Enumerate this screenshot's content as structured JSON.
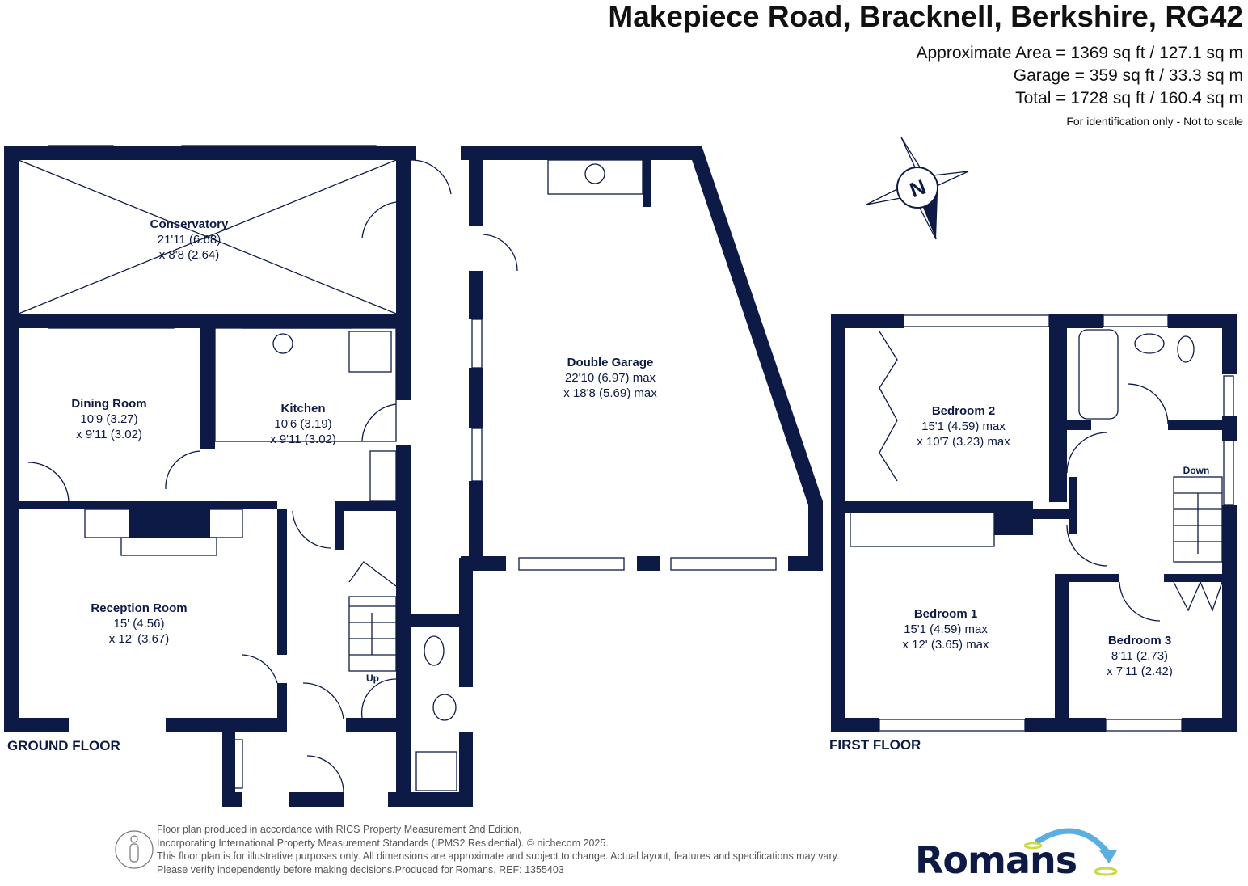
{
  "header": {
    "title": "Makepiece Road, Bracknell, Berkshire, RG42",
    "areas": [
      "Approximate Area = 1369 sq ft / 127.1 sq m",
      "Garage = 359 sq ft / 33.3 sq m",
      "Total = 1728 sq ft / 160.4 sq m"
    ],
    "note": "For identification only - Not to scale"
  },
  "compass": {
    "label": "N"
  },
  "colors": {
    "wall": "#0d1a45",
    "logo_arrow": "#5aaee0",
    "logo_ring": "#c8d84a"
  },
  "ground_floor": {
    "label": "GROUND FLOOR",
    "rooms": [
      {
        "name": "Conservatory",
        "dim1": "21'11 (6.68)",
        "dim2": "x 8'8 (2.64)"
      },
      {
        "name": "Dining Room",
        "dim1": "10'9 (3.27)",
        "dim2": "x 9'11 (3.02)"
      },
      {
        "name": "Kitchen",
        "dim1": "10'6 (3.19)",
        "dim2": "x 9'11 (3.02)"
      },
      {
        "name": "Double Garage",
        "dim1": "22'10 (6.97) max",
        "dim2": "x 18'8 (5.69) max"
      },
      {
        "name": "Reception Room",
        "dim1": "15' (4.56)",
        "dim2": "x 12' (3.67)"
      }
    ],
    "stairs_label": "Up"
  },
  "first_floor": {
    "label": "FIRST FLOOR",
    "rooms": [
      {
        "name": "Bedroom 2",
        "dim1": "15'1 (4.59) max",
        "dim2": "x 10'7 (3.23) max"
      },
      {
        "name": "Bedroom 1",
        "dim1": "15'1 (4.59) max",
        "dim2": "x 12' (3.65) max"
      },
      {
        "name": "Bedroom 3",
        "dim1": "8'11 (2.73)",
        "dim2": "x 7'11 (2.42)"
      }
    ],
    "stairs_label": "Down"
  },
  "footer": {
    "lines": [
      "Floor plan produced in accordance with RICS Property Measurement 2nd Edition,",
      "Incorporating International Property Measurement Standards (IPMS2 Residential).   © nichecom 2025.",
      "This floor plan is for illustrative purposes only. All dimensions are approximate and subject to change. Actual layout, features and specifications may vary.",
      "Please verify independently before making decisions.Produced for Romans.   REF:  1355403"
    ],
    "brand": "Romans"
  }
}
